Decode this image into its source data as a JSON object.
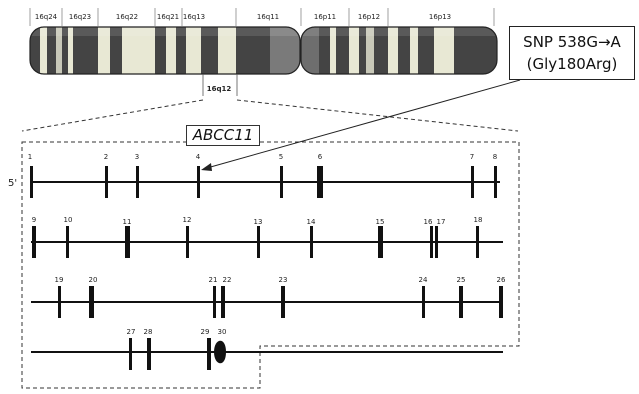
{
  "chromosome": {
    "band_labels": [
      "16q24",
      "16q23",
      "16q22",
      "16q21",
      "16q13",
      "16q11",
      "16p11",
      "16p12",
      "16p13"
    ],
    "locus_label": "16q12"
  },
  "snp_callout": {
    "line1": "SNP 538G→A",
    "line2": "(Gly180Arg)"
  },
  "gene": {
    "name": "ABCC11",
    "five_prime_label": "5'",
    "exon_rows": [
      [
        "1",
        "2",
        "3",
        "4",
        "5",
        "6",
        "7",
        "8"
      ],
      [
        "9",
        "10",
        "11",
        "12",
        "13",
        "14",
        "15",
        "16",
        "17",
        "18"
      ],
      [
        "19",
        "20",
        "21",
        "22",
        "23",
        "24",
        "25",
        "26"
      ],
      [
        "27",
        "28",
        "29",
        "30"
      ]
    ]
  }
}
